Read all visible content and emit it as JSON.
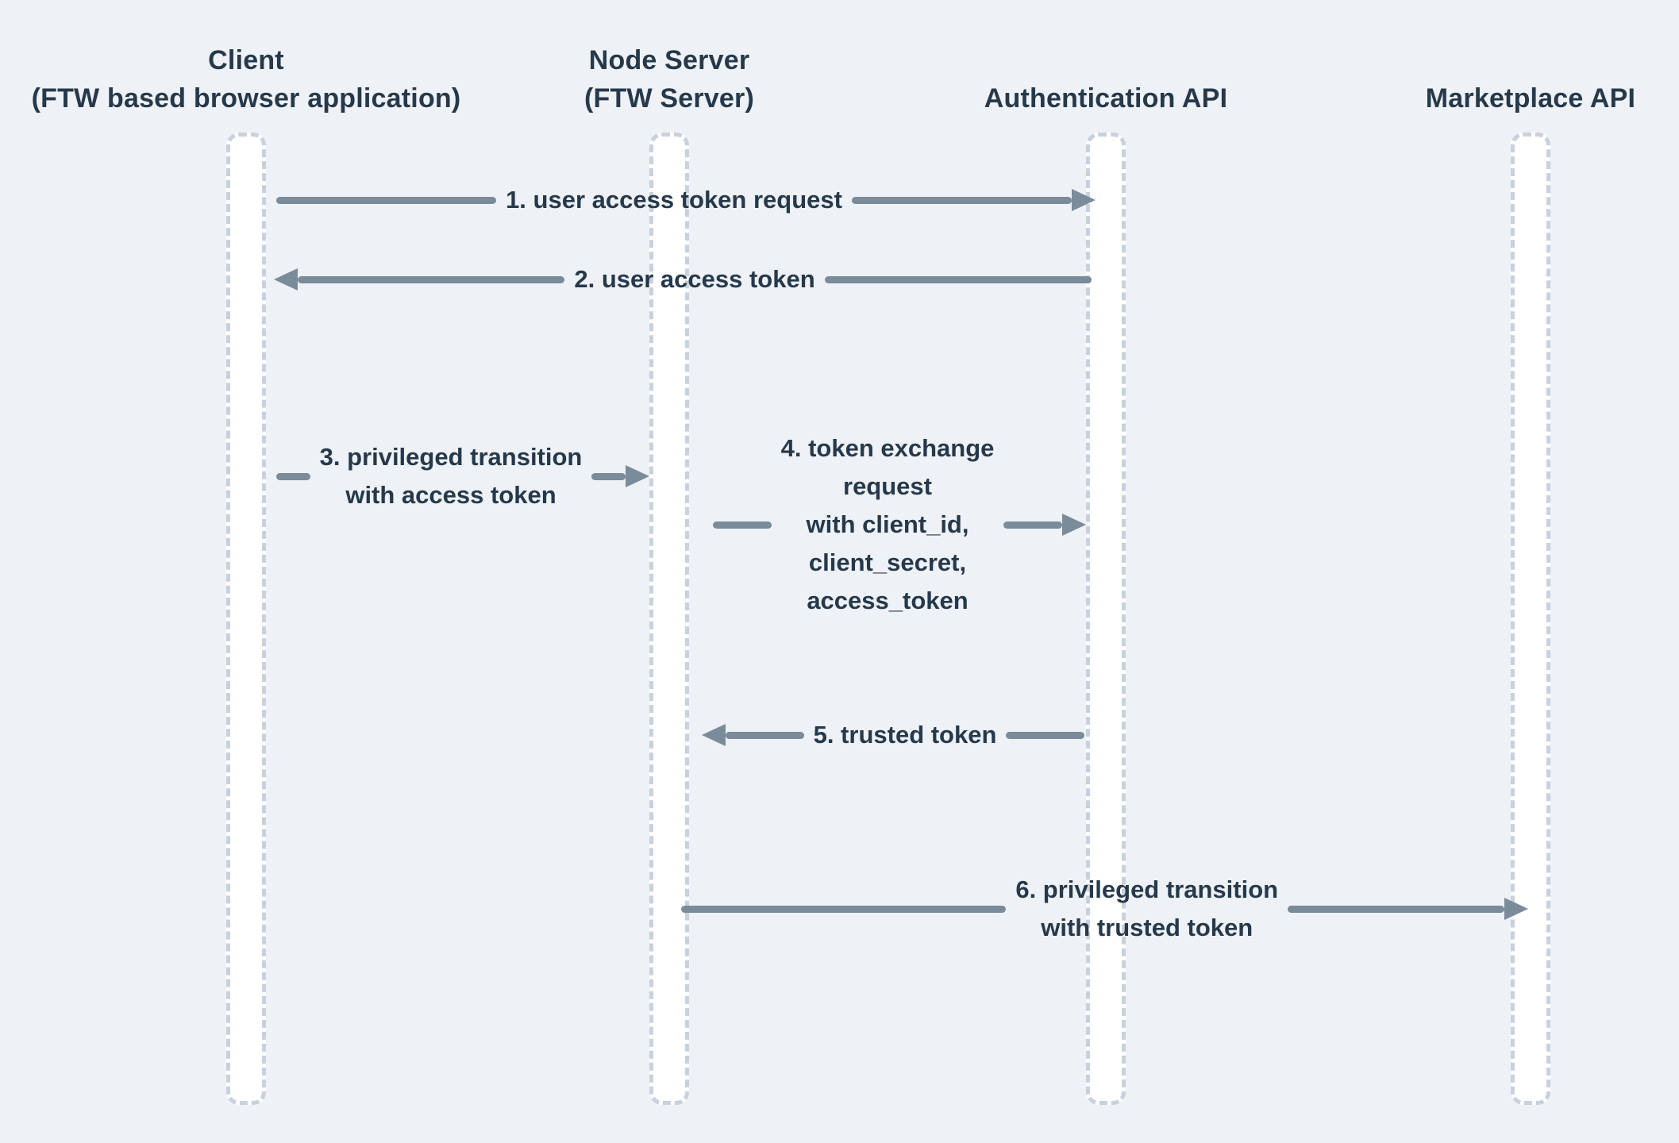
{
  "diagram": {
    "title": "FTW token exchange sequence diagram",
    "background_color": "#eef1f5",
    "text_color": "#26394b",
    "arrow_color": "#7a8b9a",
    "lifeline_fill": "#ffffff",
    "lifeline_border_color": "#c8d1dc",
    "participants": [
      {
        "id": "client",
        "lines": [
          "Client",
          "(FTW based browser application)"
        ]
      },
      {
        "id": "node-server",
        "lines": [
          "Node Server",
          "(FTW Server)"
        ]
      },
      {
        "id": "authentication-api",
        "lines": [
          "Authentication API"
        ]
      },
      {
        "id": "marketplace-api",
        "lines": [
          "Marketplace API"
        ]
      }
    ],
    "messages": [
      {
        "num": 1,
        "from": "client",
        "to": "authentication-api",
        "direction": "right",
        "label": "1. user access token request"
      },
      {
        "num": 2,
        "from": "authentication-api",
        "to": "client",
        "direction": "left",
        "label": "2. user access token"
      },
      {
        "num": 3,
        "from": "client",
        "to": "node-server",
        "direction": "right",
        "label": [
          "3. privileged transition",
          "with access token"
        ]
      },
      {
        "num": 4,
        "from": "node-server",
        "to": "authentication-api",
        "direction": "right",
        "label": [
          "4. token exchange",
          "request",
          "with client_id,",
          "client_secret,",
          "access_token"
        ]
      },
      {
        "num": 5,
        "from": "authentication-api",
        "to": "node-server",
        "direction": "left",
        "label": "5. trusted token"
      },
      {
        "num": 6,
        "from": "node-server",
        "to": "marketplace-api",
        "direction": "right",
        "label": [
          "6. privileged transition",
          "with trusted token"
        ]
      }
    ]
  }
}
